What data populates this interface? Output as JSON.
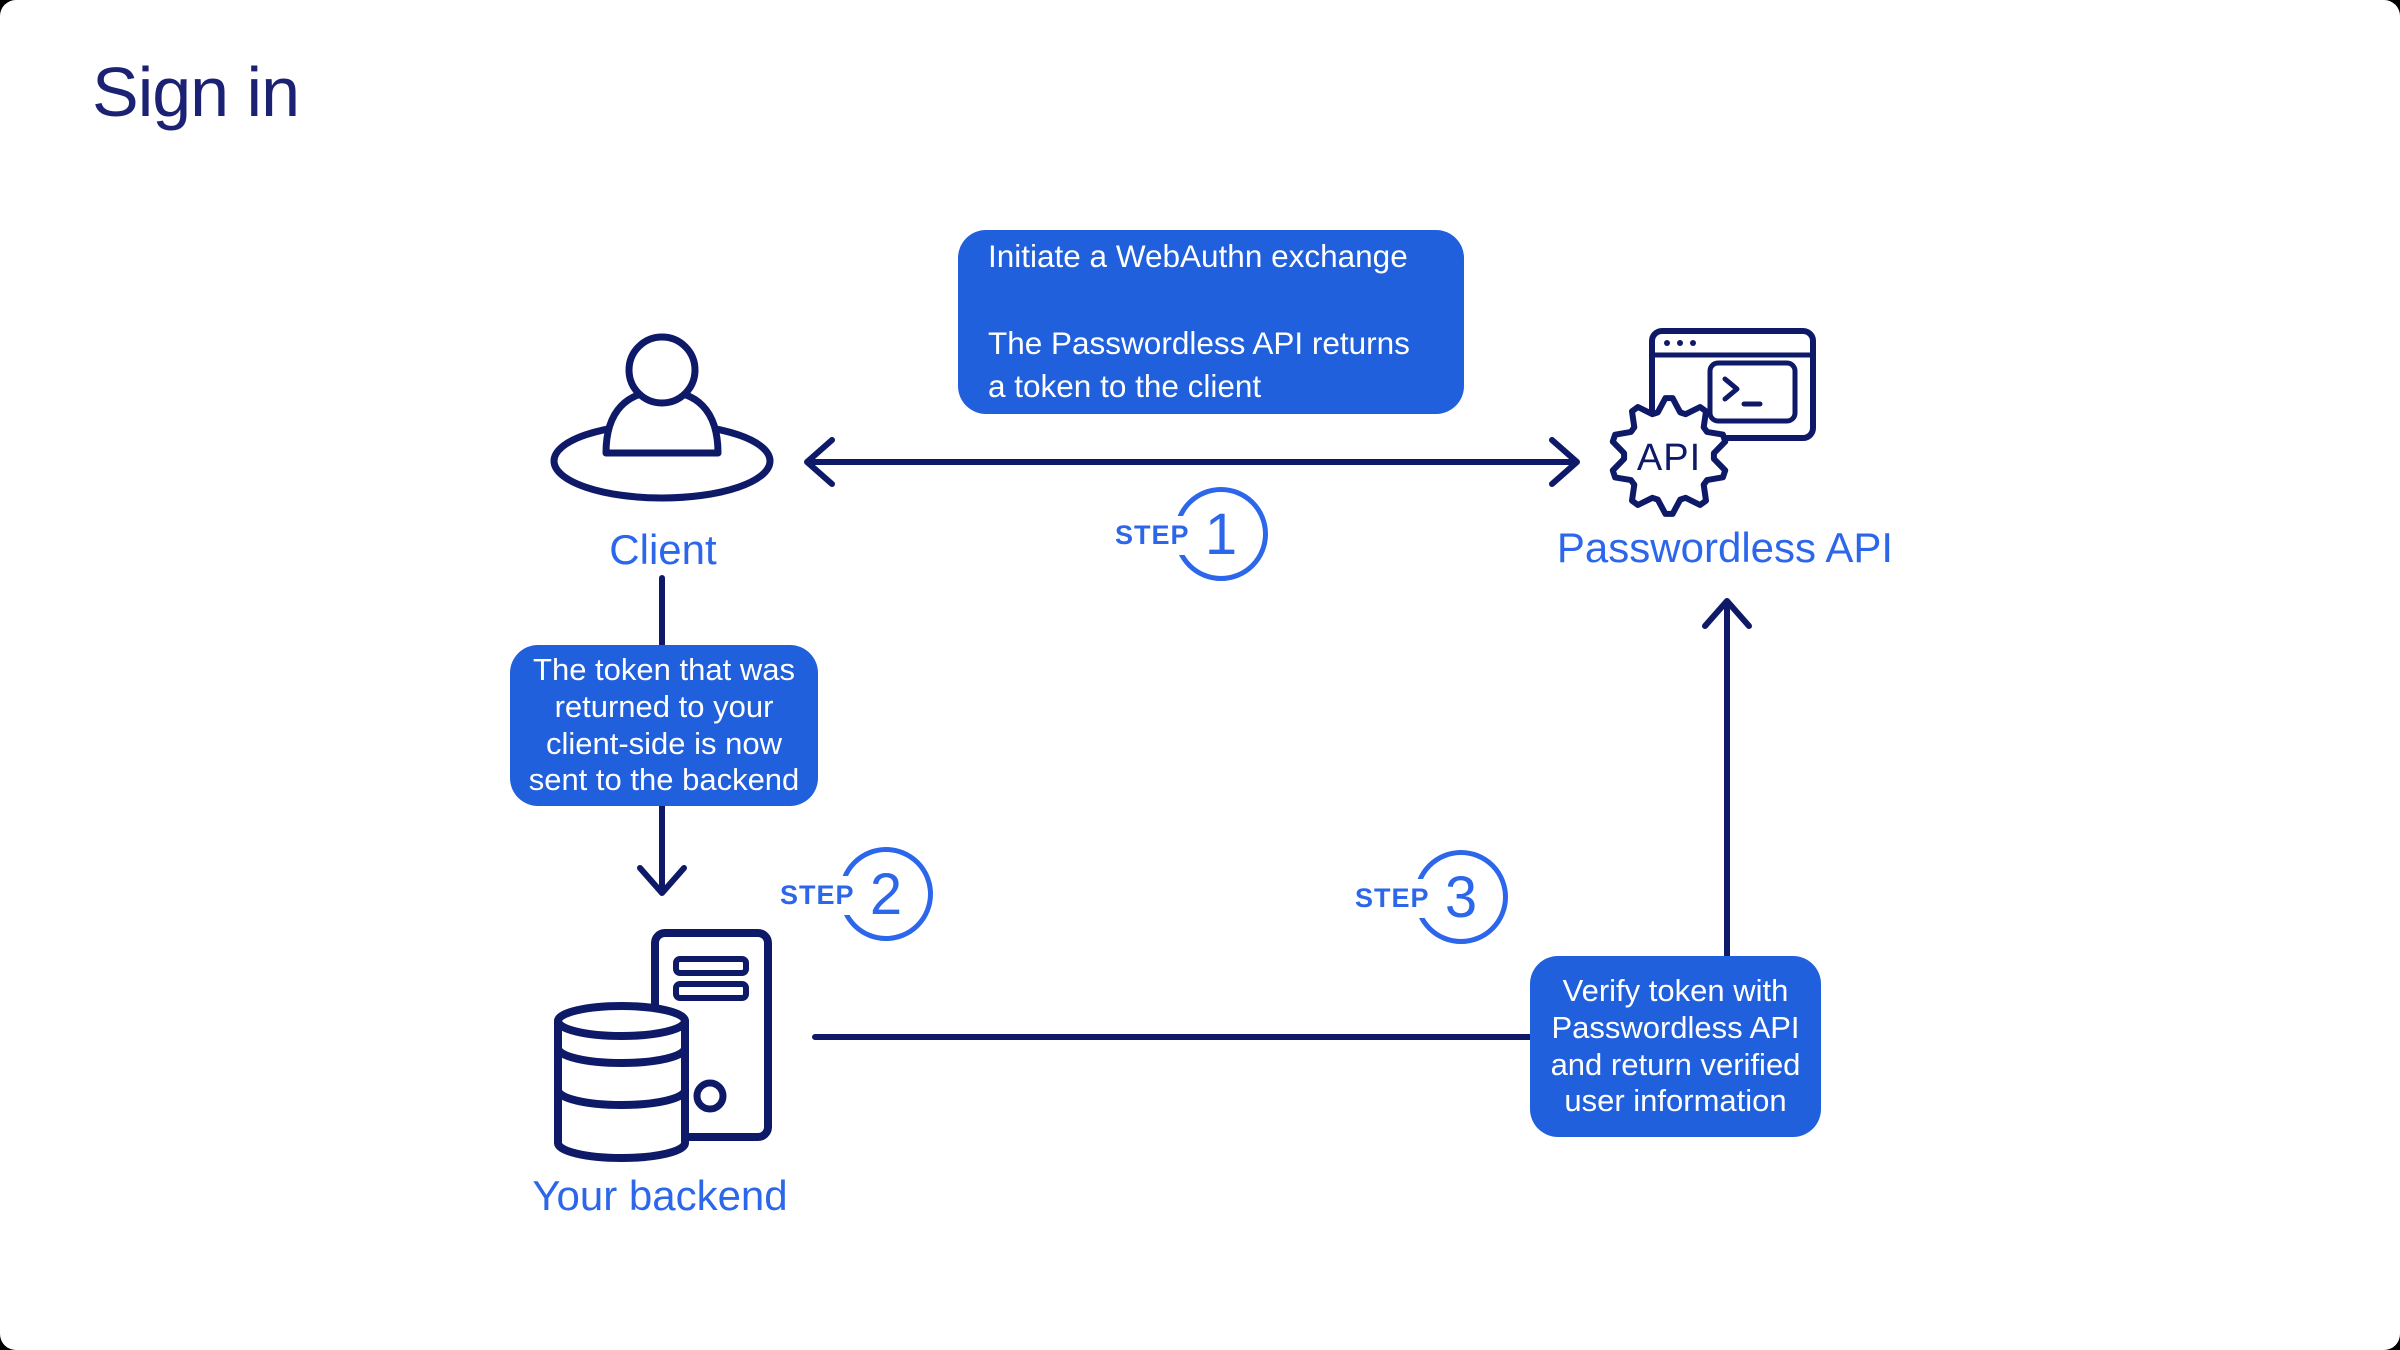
{
  "title": "Sign in",
  "colors": {
    "page_bg": "#000000",
    "card_bg": "#ffffff",
    "title": "#1b2173",
    "navy_line": "#0e1a68",
    "accent": "#2c66ea",
    "tooltip_bg": "#2060dd",
    "tooltip_text": "#ffffff"
  },
  "nodes": {
    "client": {
      "label": "Client",
      "icon": "user-in-ellipse-icon"
    },
    "api": {
      "label": "Passwordless API",
      "icon": "browser-terminal-gear-icon",
      "gear_text": "API"
    },
    "backend": {
      "label": "Your backend",
      "icon": "server-database-icon"
    }
  },
  "steps": {
    "step1": {
      "label": "STEP",
      "number": "1",
      "tooltip": "Initiate a WebAuthn exchange\n\nThe Passwordless API returns\na token to the client"
    },
    "step2": {
      "label": "STEP",
      "number": "2",
      "tooltip": "The token that was\nreturned to your\nclient-side is now\nsent to the backend"
    },
    "step3": {
      "label": "STEP",
      "number": "3",
      "tooltip": "Verify token with\nPasswordless API\nand return verified\nuser information"
    }
  }
}
